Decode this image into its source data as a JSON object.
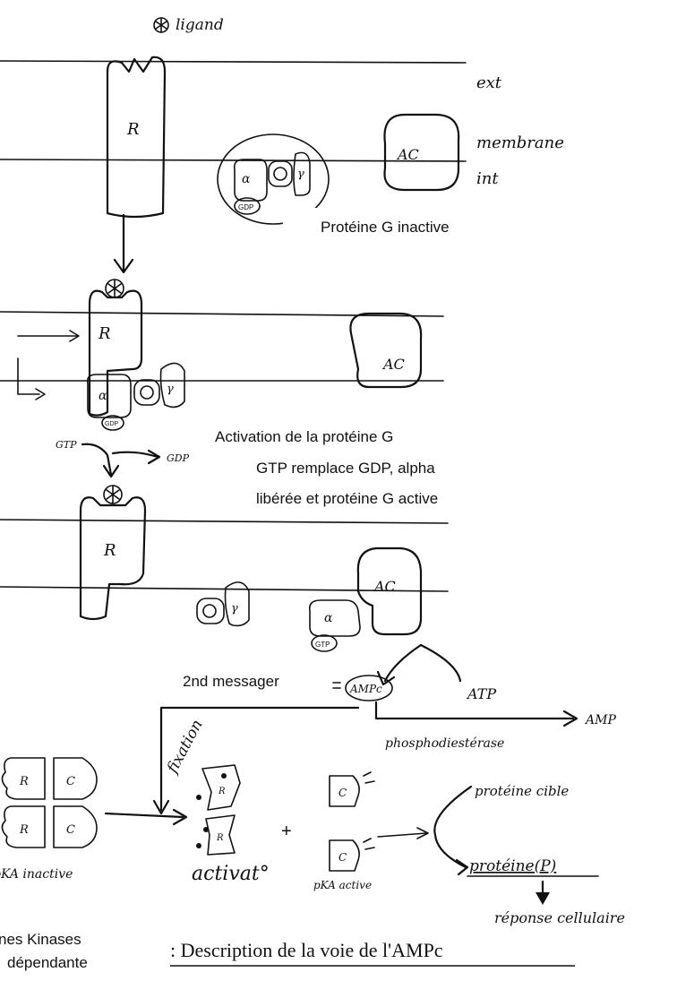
{
  "labels": {
    "ligand": "ligand",
    "ext": "ext",
    "membrane": "membrane",
    "int": "int",
    "receptor": "R",
    "adenylate_cyclase": "AC",
    "alpha": "α",
    "gamma": "γ",
    "gdp_small": "GDP",
    "gtp_small": "GTP",
    "g_inactive": "Protéine G inactive",
    "gtp": "GTP",
    "gdp": "GDP",
    "activation_line": "Activation de la protéine G",
    "replace_line1": "GTP remplace GDP, alpha",
    "replace_line2": "libérée et protéine G active",
    "second_messenger": "2nd messager",
    "ampc": "AMPc",
    "atp": "ATP",
    "amp": "AMP",
    "phosphodiesterase": "phosphodiestérase",
    "fixation": "fixation",
    "pka_r": "R",
    "pka_c": "C",
    "pka_inactive": "pKA inactive",
    "plus": "+",
    "activat": "activat°",
    "pka_active": "pKA active",
    "target_protein": "protéine cible",
    "protein_p": "protéine(P)",
    "cell_response": "réponse cellulaire",
    "kinases_line1": "nes Kinases",
    "kinases_line2": "dépendante",
    "caption": ": Description de la voie de l'AMPc"
  }
}
